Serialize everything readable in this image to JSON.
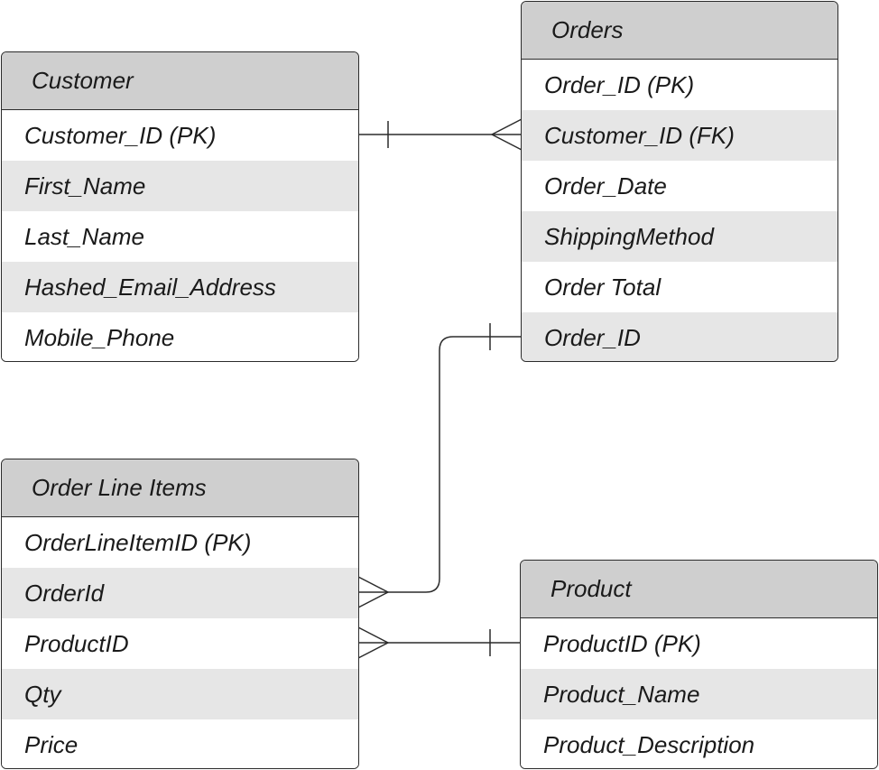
{
  "entities": {
    "customer": {
      "title": "Customer",
      "fields": [
        "Customer_ID (PK)",
        "First_Name",
        "Last_Name",
        "Hashed_Email_Address",
        "Mobile_Phone"
      ]
    },
    "orders": {
      "title": "Orders",
      "fields": [
        "Order_ID (PK)",
        "Customer_ID (FK)",
        "Order_Date",
        "ShippingMethod",
        "Order Total",
        "Order_ID"
      ]
    },
    "order_line_items": {
      "title": "Order Line Items",
      "fields": [
        "OrderLineItemID (PK)",
        "OrderId",
        "ProductID",
        "Qty",
        "Price"
      ]
    },
    "product": {
      "title": "Product",
      "fields": [
        "ProductID (PK)",
        "Product_Name",
        "Product_Description"
      ]
    }
  },
  "relationships": [
    {
      "from": "Customer.Customer_ID (PK)",
      "from_cardinality": "one",
      "to": "Orders.Customer_ID (FK)",
      "to_cardinality": "many"
    },
    {
      "from": "Orders.Order_ID",
      "from_cardinality": "one",
      "to": "Order Line Items.OrderId",
      "to_cardinality": "many"
    },
    {
      "from": "Product.ProductID (PK)",
      "from_cardinality": "one",
      "to": "Order Line Items.ProductID",
      "to_cardinality": "many"
    }
  ],
  "colors": {
    "header_fill": "#cfcfcf",
    "alt_row_fill": "#e6e6e6",
    "border": "#2b2b2b",
    "text": "#1a1a1a"
  }
}
